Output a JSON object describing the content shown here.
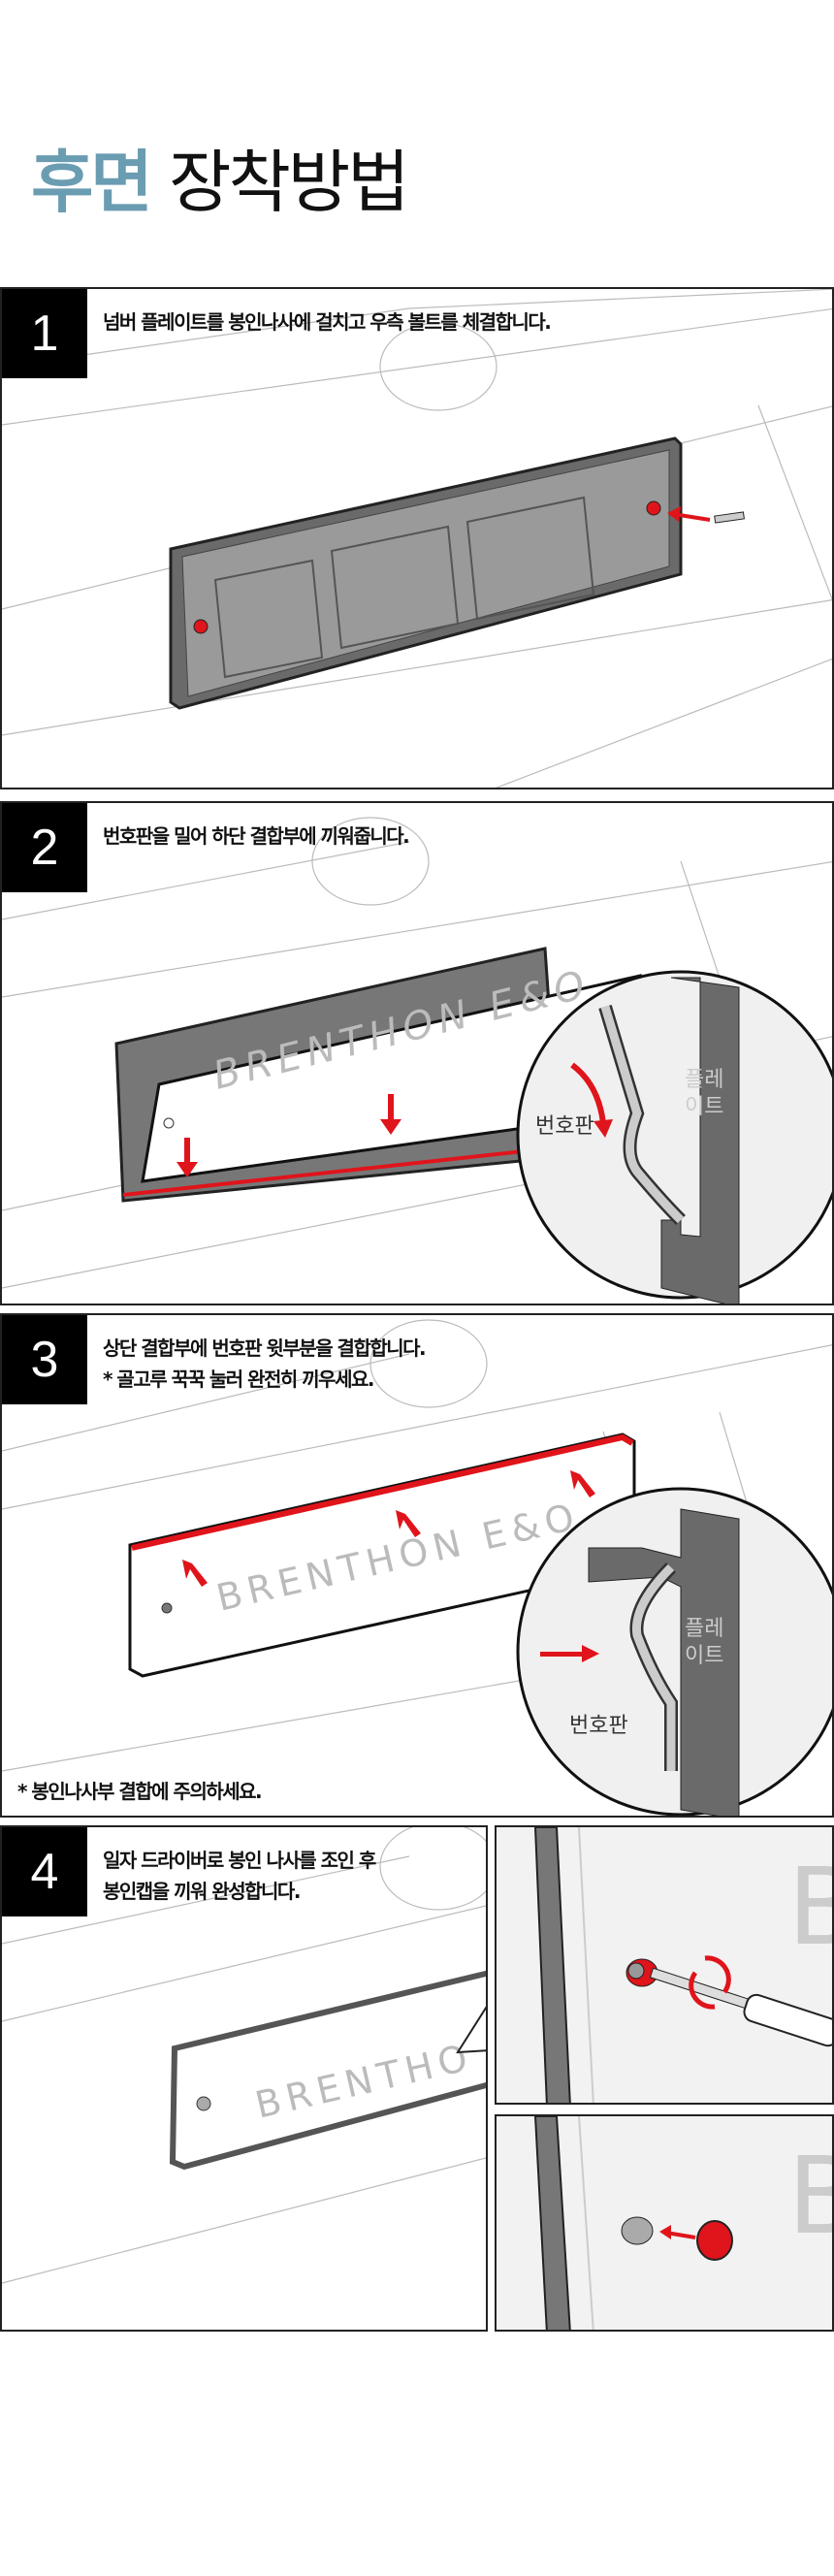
{
  "title": {
    "accent": "후면",
    "rest": "장착방법"
  },
  "steps": [
    {
      "number": "1",
      "text": "넘버 플레이트를 봉인나사에 걸치고 우측 볼트를 체결합니다."
    },
    {
      "number": "2",
      "text": "번호판을 밀어 하단 결합부에 끼워줍니다.",
      "label_plate": "플레\n이트",
      "label_plate_1": "플레",
      "label_plate_2": "이트",
      "label_number_plate": "번호판",
      "plate_text": "BRENTHON E&O"
    },
    {
      "number": "3",
      "text": "상단 결합부에 번호판 윗부분을 결합합니다.",
      "subtext": "* 골고루 꾹꾹 눌러 완전히 끼우세요.",
      "label_plate_1": "플레",
      "label_plate_2": "이트",
      "label_number_plate": "번호판",
      "plate_text": "BRENTHON E&O",
      "note": "* 봉인나사부 결합에 주의하세요."
    },
    {
      "number": "4",
      "text_line1": "일자 드라이버로 봉인 나사를 조인 후",
      "text_line2": "봉인캡을 끼워 완성합니다.",
      "plate_text": "BRENTHO",
      "detail_letter": "B"
    }
  ],
  "colors": {
    "accent": "#6a9cb2",
    "red": "#e0141b",
    "frame": "#5a5a5a"
  }
}
